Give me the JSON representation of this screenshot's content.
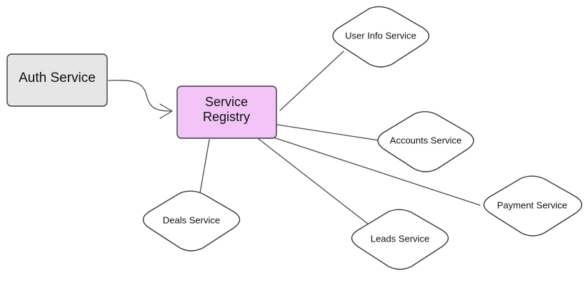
{
  "diagram": {
    "nodes": {
      "auth": {
        "label": "Auth Service",
        "fill": "#e6e6e6"
      },
      "registry": {
        "label_line1": "Service",
        "label_line2": "Registry",
        "fill": "#f2c4f7"
      },
      "user_info": {
        "label": "User Info Service",
        "fill": "#ffffff"
      },
      "accounts": {
        "label": "Accounts Service",
        "fill": "#ffffff"
      },
      "payment": {
        "label": "Payment Service",
        "fill": "#ffffff"
      },
      "leads": {
        "label": "Leads Service",
        "fill": "#ffffff"
      },
      "deals": {
        "label": "Deals Service",
        "fill": "#ffffff"
      }
    },
    "edges": [
      {
        "from": "auth",
        "to": "registry",
        "arrow": true
      },
      {
        "from": "registry",
        "to": "user_info",
        "arrow": false
      },
      {
        "from": "registry",
        "to": "accounts",
        "arrow": false
      },
      {
        "from": "registry",
        "to": "payment",
        "arrow": false
      },
      {
        "from": "registry",
        "to": "leads",
        "arrow": false
      },
      {
        "from": "registry",
        "to": "deals",
        "arrow": false
      }
    ]
  }
}
